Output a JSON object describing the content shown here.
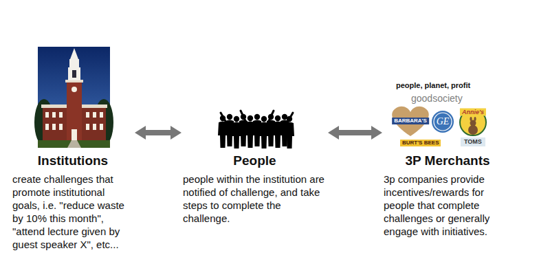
{
  "diagram": {
    "nodes": [
      {
        "text": [
          "Institutions",
          "create challenges that promote institutional goals, i.e. \"reduce waste by 10% this month\", \"attend lecture given by guest speaker X\", etc..."
        ]
      },
      {
        "text": [
          "People",
          "people within the institution are notified of challenge, and take steps to complete the challenge."
        ]
      },
      {
        "text": [
          "3P Merchants",
          "3p companies provide incentives/rewards for people that complete challenges or generally engage with initiatives."
        ]
      }
    ],
    "edges": [
      {
        "from": 0,
        "to": 1,
        "arrow": "both"
      },
      {
        "from": 1,
        "to": 2,
        "arrow": "both"
      }
    ],
    "labels": [
      "people, planet, profit",
      "goodsociety",
      "BARBARA'S",
      "GE",
      "Annie's",
      "BURT'S BEES",
      "TOMS"
    ]
  }
}
